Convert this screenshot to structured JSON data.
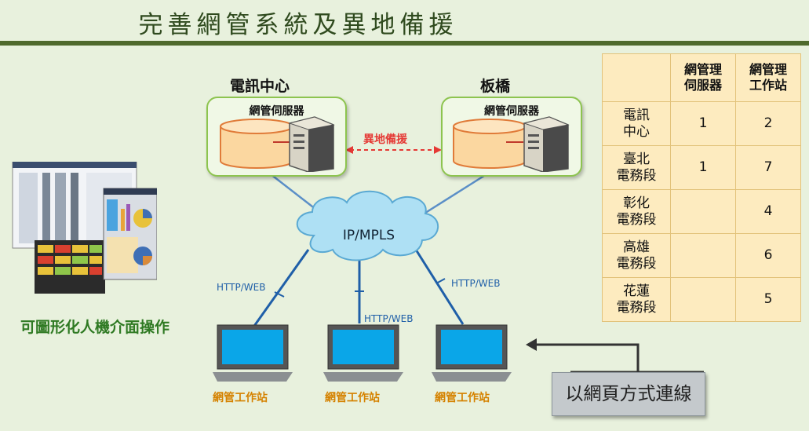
{
  "title": "完善網管系統及異地備援",
  "sites": {
    "left": {
      "name": "電訊中心",
      "box_label": "網管伺服器"
    },
    "right": {
      "name": "板橋",
      "box_label": "網管伺服器"
    }
  },
  "backup_label": "異地備援",
  "cloud_label": "IP/MPLS",
  "http_labels": [
    "HTTP/WEB",
    "HTTP/WEB",
    "HTTP/WEB"
  ],
  "workstations": [
    "網管工作站",
    "網管工作站",
    "網管工作站"
  ],
  "gui_label": "可圖形化人機介面操作",
  "web_connect_label": "以網頁方式連線",
  "table": {
    "headers": [
      "",
      "網管理\n伺服器",
      "網管理\n工作站"
    ],
    "rows": [
      {
        "site": "電訊\n中心",
        "servers": "1",
        "workstations": "2"
      },
      {
        "site": "臺北\n電務段",
        "servers": "1",
        "workstations": "7"
      },
      {
        "site": "彰化\n電務段",
        "servers": "",
        "workstations": "4"
      },
      {
        "site": "高雄\n電務段",
        "servers": "",
        "workstations": "6"
      },
      {
        "site": "花蓮\n電務段",
        "servers": "",
        "workstations": "5"
      }
    ]
  },
  "colors": {
    "title_bar": "#4f6a2c",
    "server_box_border": "#8dc44f",
    "database_fill": "#fbd7a0",
    "backup_arrow": "#e53935",
    "network_line": "#5b8fc7",
    "cloud_fill": "#aee0f4",
    "table_fill": "#fdebbf",
    "workstation_label": "#d58200",
    "gui_label": "#2f7a23"
  }
}
